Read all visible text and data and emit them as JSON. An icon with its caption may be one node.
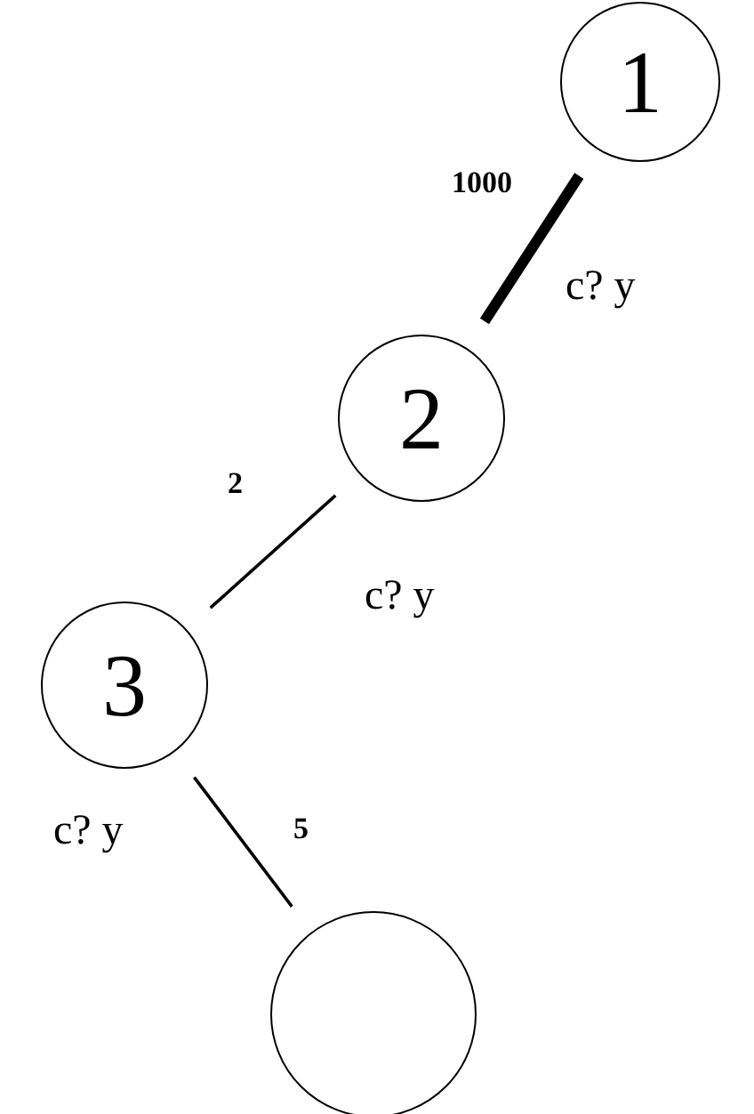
{
  "diagram": {
    "nodes": [
      {
        "text": [
          "1"
        ],
        "beside": [
          "c? y"
        ]
      },
      {
        "text": [
          "2"
        ],
        "beside": [
          "c? y"
        ]
      },
      {
        "text": [
          "3"
        ],
        "beside": [
          "c? y"
        ]
      },
      {
        "text": [],
        "shape": "circle"
      }
    ],
    "edges": [
      {
        "from": 0,
        "to": 1,
        "arrow": "none",
        "label": "1000",
        "style": "thick"
      },
      {
        "from": 1,
        "to": 2,
        "arrow": "none",
        "label": "2"
      },
      {
        "from": 2,
        "to": 3,
        "arrow": "none",
        "label": "5"
      }
    ]
  }
}
